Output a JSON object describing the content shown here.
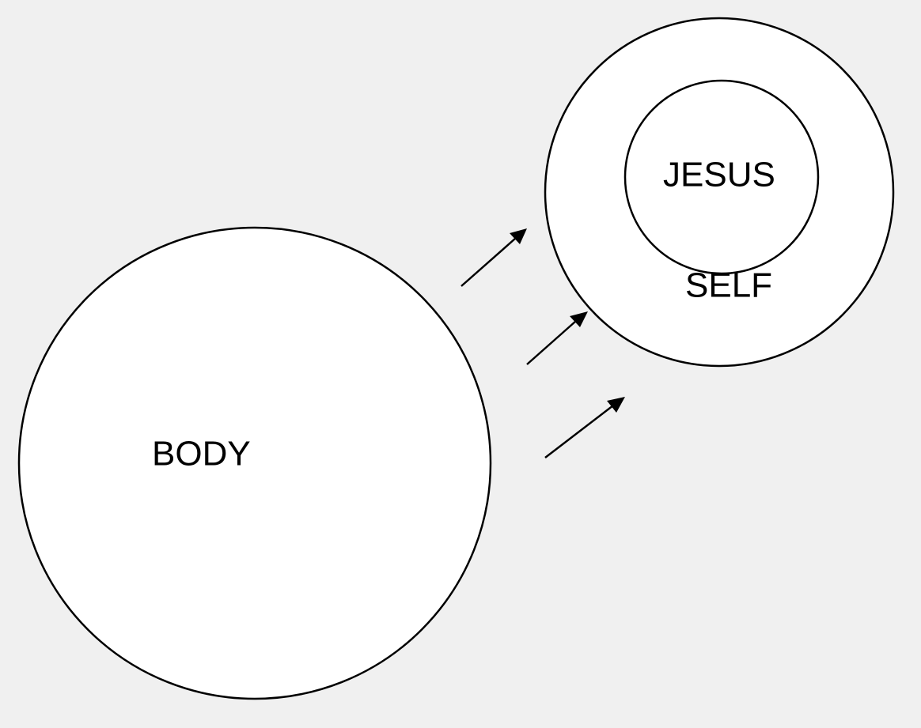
{
  "diagram": {
    "nodes": {
      "body": {
        "label": "BODY"
      },
      "self": {
        "label": "SELF"
      },
      "jesus": {
        "label": "JESUS"
      }
    },
    "edges": [
      {
        "from": "body",
        "to": "self"
      },
      {
        "from": "body",
        "to": "self"
      },
      {
        "from": "body",
        "to": "self"
      }
    ]
  }
}
